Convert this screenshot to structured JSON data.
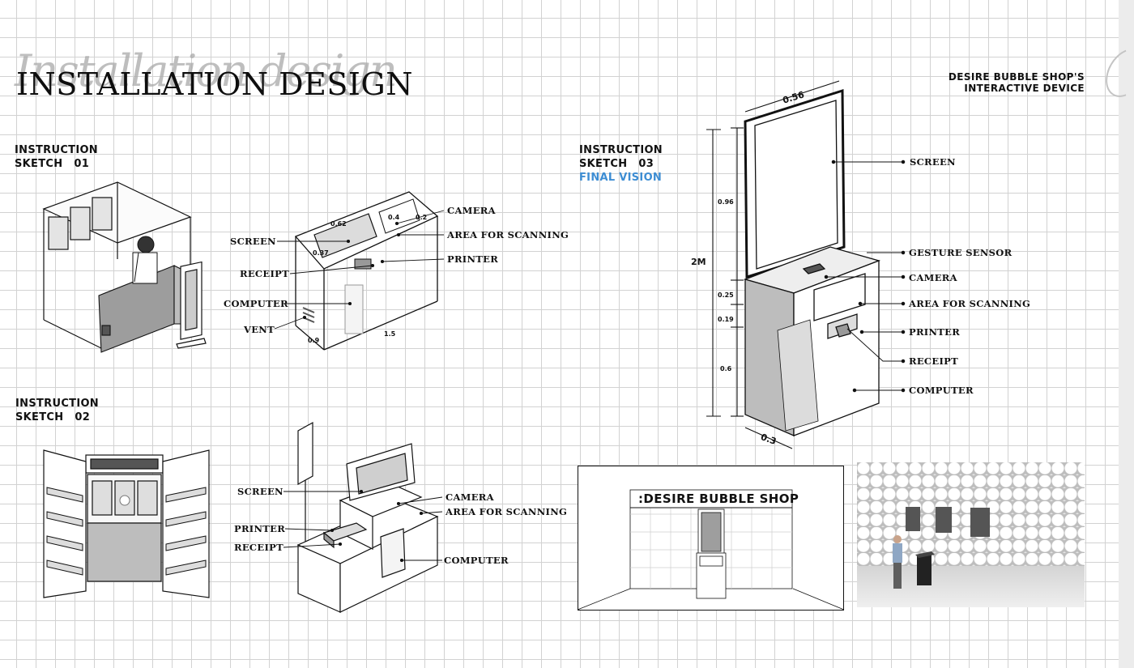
{
  "header": {
    "script_title": "Installation design",
    "title": "INSTALLATION DESIGN",
    "right_line1": "DESIRE BUBBLE SHOP'S",
    "right_line2": "INTERACTIVE DEVICE"
  },
  "sketch1": {
    "line1": "INSTRUCTION",
    "line2": "SKETCH",
    "num": "01",
    "callouts": {
      "screen": "SCREEN",
      "receipt": "RECEIPT",
      "computer": "COMPUTER",
      "vent": "VENT",
      "camera": "CAMERA",
      "scan": "AREA FOR SCANNING",
      "printer": "PRINTER"
    },
    "dims": {
      "top_width": "0.62",
      "screen_depth": "0.37",
      "scan_w": "0.4",
      "scan_d": "0.2",
      "base_depth": "0.9",
      "base_len": "1.5"
    }
  },
  "sketch2": {
    "line1": "INSTRUCTION",
    "line2": "SKETCH",
    "num": "02",
    "callouts": {
      "screen": "SCREEN",
      "printer": "PRINTER",
      "receipt": "RECEIPT",
      "camera": "CAMERA",
      "scan": "AREA FOR SCANNING",
      "computer": "COMPUTER"
    }
  },
  "sketch3": {
    "line1": "INSTRUCTION",
    "line2": "SKETCH",
    "num": "03",
    "subtitle": "FINAL VISION",
    "callouts": {
      "screen": "SCREEN",
      "gesture": "GESTURE SENSOR",
      "camera": "CAMERA",
      "scan": "AREA FOR SCANNING",
      "printer": "PRINTER",
      "receipt": "RECEIPT",
      "computer": "COMPUTER"
    },
    "dims": {
      "top_width": "0.56",
      "height_total": "2M",
      "screen_h": "0.96",
      "d1": "0.25",
      "d2": "0.19",
      "d3": "0.6",
      "depth": "0.3"
    }
  },
  "storefront": {
    "sign": ":DESIRE BUBBLE SHOP"
  },
  "colors": {
    "accent_blue": "#3d8dd3",
    "grid": "#d2d2d2",
    "ink": "#111111"
  }
}
